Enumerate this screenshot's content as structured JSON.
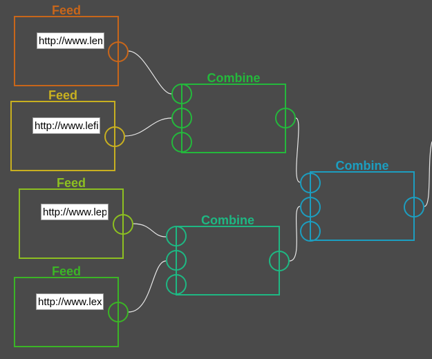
{
  "canvas": {
    "background": "#4a4a4a",
    "wire_color": "#e8e8e8"
  },
  "nodes": {
    "feed1": {
      "title": "Feed",
      "url": "http://www.lemonde.fr/rss/une.xml",
      "color": "#c8661a"
    },
    "feed2": {
      "title": "Feed",
      "url": "http://www.lefigaro.fr/rss/figaro_actualites.xml",
      "color": "#c8b020"
    },
    "feed3": {
      "title": "Feed",
      "url": "http://www.lepoint.fr/rss.xml",
      "color": "#8dc021"
    },
    "feed4": {
      "title": "Feed",
      "url": "http://www.lexpress.fr/rss/alaune.xml",
      "color": "#3bb526"
    },
    "combine1": {
      "title": "Combine",
      "color": "#24b83c"
    },
    "combine2": {
      "title": "Combine",
      "color": "#1eb883"
    },
    "combine3": {
      "title": "Combine",
      "color": "#1c9ec0"
    }
  }
}
